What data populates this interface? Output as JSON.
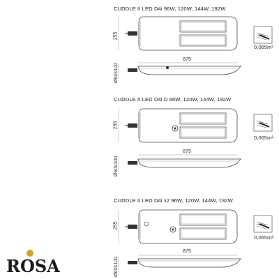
{
  "products": [
    {
      "title": "CUDDLE II LED D4i 96W, 120W, 144W, 192W",
      "height_label": "255",
      "length_label": "875",
      "side_label": "Ø60x100",
      "area_label": "0,065m²"
    },
    {
      "title": "CUDDLE II LED D4i D 96W, 120W, 144W, 192W",
      "height_label": "255",
      "length_label": "875",
      "side_label": "Ø60x100",
      "area_label": "0,065m²"
    },
    {
      "title": "CUDDLE II LED D4i x2 96W, 120W, 144W, 192W",
      "height_label": "255",
      "length_label": "875",
      "side_label": "Ø60x100",
      "area_label": "0,065m²"
    }
  ],
  "brand": {
    "logo_text": "ROSA",
    "accent_color": "#d9a21b"
  }
}
